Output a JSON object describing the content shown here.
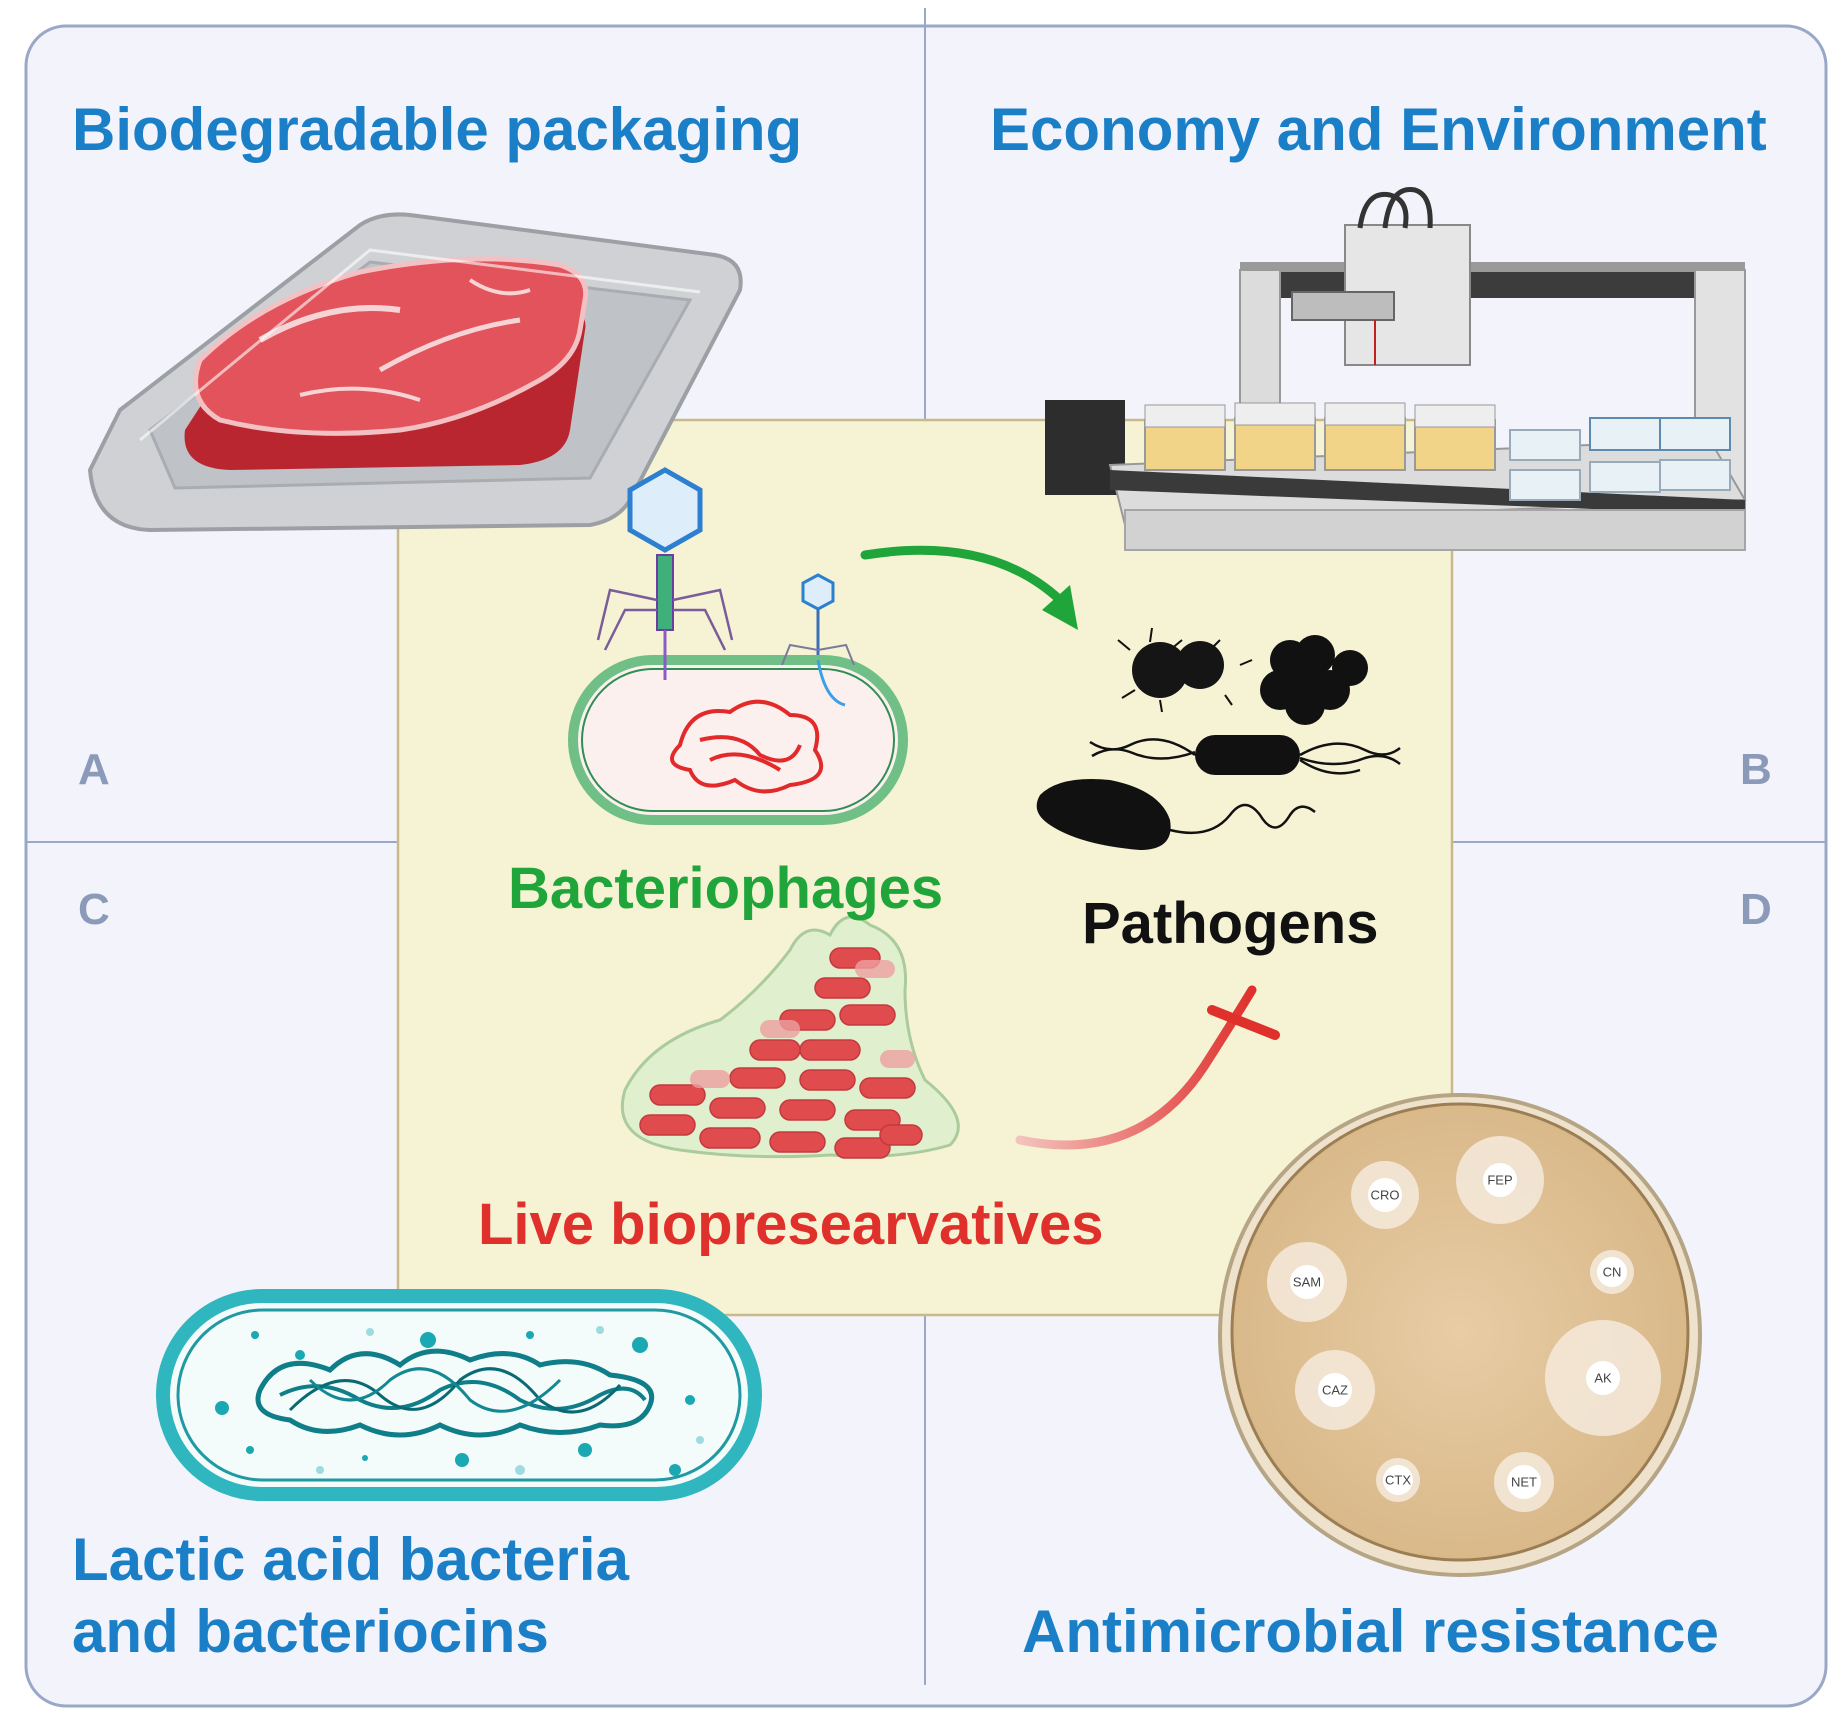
{
  "quadrants": {
    "a": {
      "letter": "A",
      "title": "Biodegradable packaging"
    },
    "b": {
      "letter": "B",
      "title": "Economy and Environment"
    },
    "c": {
      "letter": "C",
      "title_line1": "Lactic acid bacteria",
      "title_line2": "and bacteriocins"
    },
    "d": {
      "letter": "D",
      "title": "Antimicrobial resistance"
    }
  },
  "center": {
    "bacteriophages": "Bacteriophages",
    "pathogens": "Pathogens",
    "live_biopreservatives": "Live biopresearvatives"
  },
  "antibiotic_disks": [
    "CRO",
    "FEP",
    "SAM",
    "CN",
    "CAZ",
    "AK",
    "CTX",
    "NET"
  ],
  "colors": {
    "panel_bg": "#f3f4fb",
    "panel_border": "#9aa8c8",
    "title_blue": "#1a7fc6",
    "letter_gray": "#8a9ab8",
    "center_bg": "#f6f2d4",
    "center_border": "#c9b98a",
    "phage_green": "#1fa53a",
    "biopreserv_red": "#e0302c",
    "pathogen_black": "#111111"
  }
}
